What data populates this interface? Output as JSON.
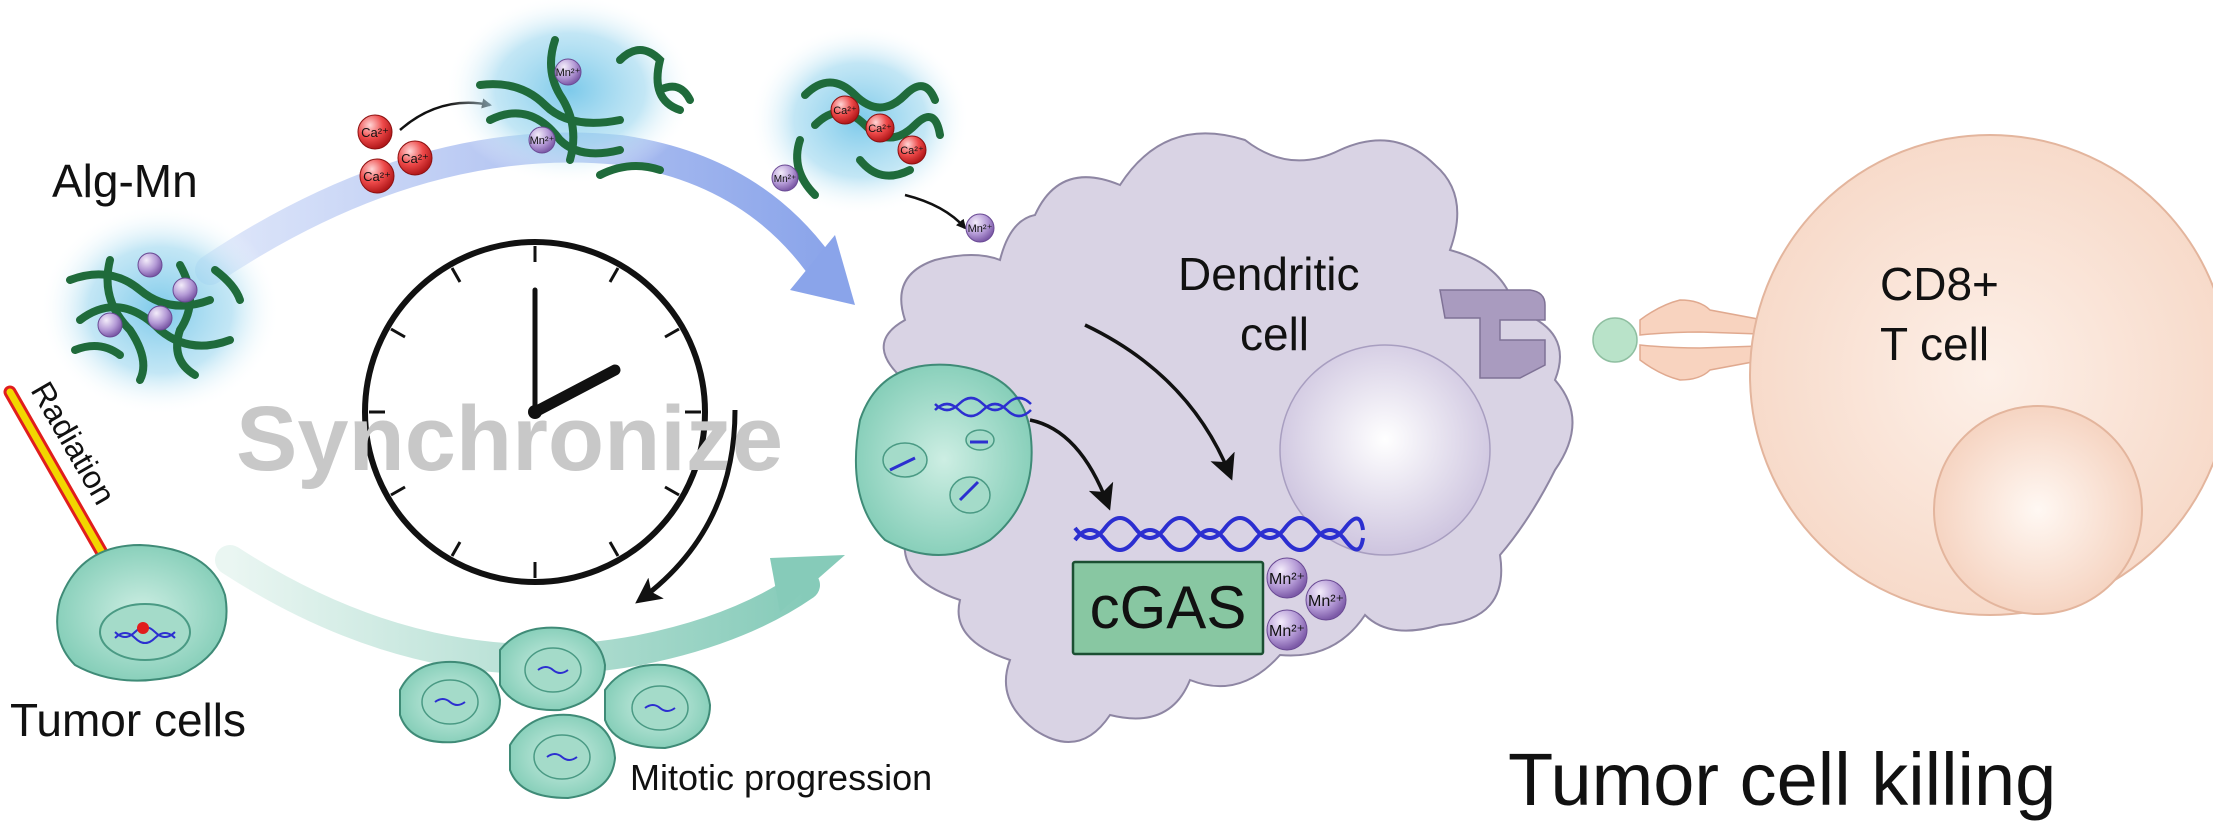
{
  "labels": {
    "alg_mn": "Alg-Mn",
    "radiation": "Radiation",
    "tumor_cells": "Tumor cells",
    "synchronize": "Synchronize",
    "mitotic_progression": "Mitotic progression",
    "dendritic_cell_line1": "Dendritic",
    "dendritic_cell_line2": "cell",
    "cgas": "cGAS",
    "cd8_line1": "CD8+",
    "cd8_line2": "T cell",
    "tumor_cell_killing": "Tumor cell killing"
  },
  "ions": {
    "mn": "Mn",
    "ca": "Ca",
    "charge": "2+"
  },
  "colors": {
    "hydrogel_strand": "#1f6b3b",
    "hydrogel_glow": "#8fd3ec",
    "mn_ion": "#a98bcc",
    "ca_ion": "#e0393a",
    "tumor_cell": "#93d3bf",
    "dendritic_cell": "#d8d2e3",
    "t_cell": "#f7d9c8",
    "dna": "#2c2fd0",
    "radiation": "#f2d600",
    "arrow_blue": "#9fb5e8",
    "arrow_teal": "#8fcfc0"
  },
  "icons": [
    "clock-icon",
    "dna-helix-icon",
    "receptor-icon"
  ]
}
